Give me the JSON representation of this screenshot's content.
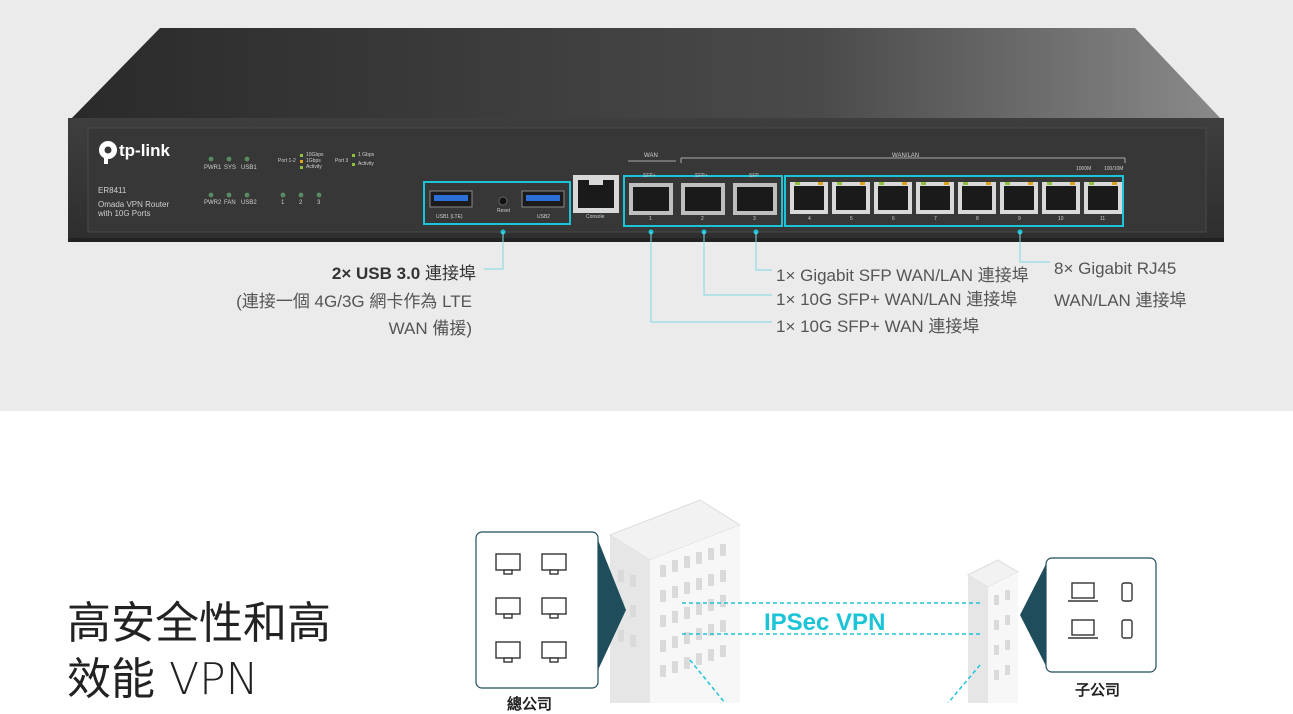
{
  "device": {
    "brand": "tp-link",
    "model": "ER8411",
    "description_line1": "Omada VPN Router",
    "description_line2": "with 10G Ports",
    "led_labels_row1": [
      "PWR1",
      "SYS",
      "USB1"
    ],
    "led_labels_row2": [
      "PWR2",
      "FAN",
      "USB2"
    ],
    "port_led_numbers": [
      "1",
      "2",
      "3"
    ],
    "legend1_title": "Port 1-2",
    "legend1_items": [
      "10Gbps",
      "1Gbps",
      "Activity"
    ],
    "legend2_title": "Port 3",
    "legend2_items": [
      "1 Gbps",
      "Activity"
    ],
    "usb1_label": "USB1 (LTE)",
    "reset_label": "Reset",
    "usb2_label": "USB2",
    "console_label": "Console",
    "wan_header": "WAN",
    "wanlan_header": "WAN/LAN",
    "sfp_labels": [
      "SFP+",
      "SFP+",
      "SFP"
    ],
    "sfp_numbers": [
      "1",
      "2",
      "3"
    ],
    "rj45_numbers": [
      "4",
      "5",
      "6",
      "7",
      "8",
      "9",
      "10",
      "11"
    ],
    "speed_legend": [
      "1000M",
      "100/10M"
    ]
  },
  "callouts": {
    "usb_title_bold": "2× USB 3.0",
    "usb_title_rest": " 連接埠",
    "usb_sub1": "(連接一個 4G/3G 網卡作為 LTE",
    "usb_sub2": "WAN 備援)",
    "sfp_gig": "1× Gigabit SFP WAN/LAN 連接埠",
    "sfp_10g_wanlan": "1× 10G SFP+ WAN/LAN 連接埠",
    "sfp_10g_wan": "1× 10G SFP+ WAN 連接埠",
    "rj45_line1": "8× Gigabit RJ45",
    "rj45_line2": "WAN/LAN 連接埠"
  },
  "section2": {
    "headline_line1": "高安全性和高",
    "headline_line2": "效能 VPN",
    "vpn_label": "IPSec VPN",
    "hq_label": "總公司",
    "branch_label": "子公司"
  },
  "colors": {
    "accent": "#1bc4d6",
    "device_body": "#3a3a3a",
    "background_top": "#ebebeb"
  }
}
